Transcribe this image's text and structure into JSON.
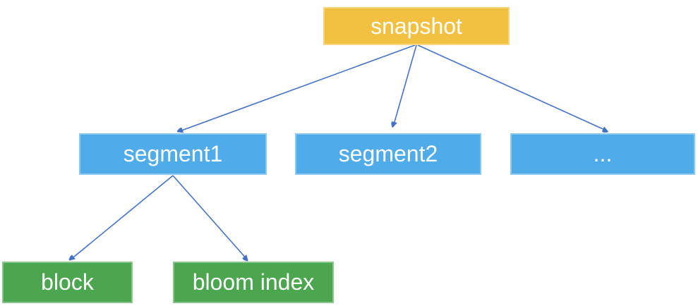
{
  "diagram": {
    "type": "tree",
    "nodes": {
      "snapshot": {
        "label": "snapshot",
        "level": "root",
        "color_key": "gold"
      },
      "segment1": {
        "label": "segment1",
        "level": "middle",
        "color_key": "blue"
      },
      "segment2": {
        "label": "segment2",
        "level": "middle",
        "color_key": "blue"
      },
      "more": {
        "label": "...",
        "level": "middle",
        "color_key": "blue"
      },
      "block": {
        "label": "block",
        "level": "leaf",
        "color_key": "green"
      },
      "bloom_index": {
        "label": "bloom index",
        "level": "leaf",
        "color_key": "green"
      }
    },
    "edges": [
      {
        "from": "snapshot",
        "to": "segment1"
      },
      {
        "from": "snapshot",
        "to": "segment2"
      },
      {
        "from": "snapshot",
        "to": "more"
      },
      {
        "from": "segment1",
        "to": "block"
      },
      {
        "from": "segment1",
        "to": "bloom_index"
      }
    ]
  },
  "colors": {
    "gold": "#F2C142",
    "blue": "#4FACE9",
    "green": "#4CA64F",
    "arrow": "#4472C4",
    "text": "#FFFFFF"
  }
}
